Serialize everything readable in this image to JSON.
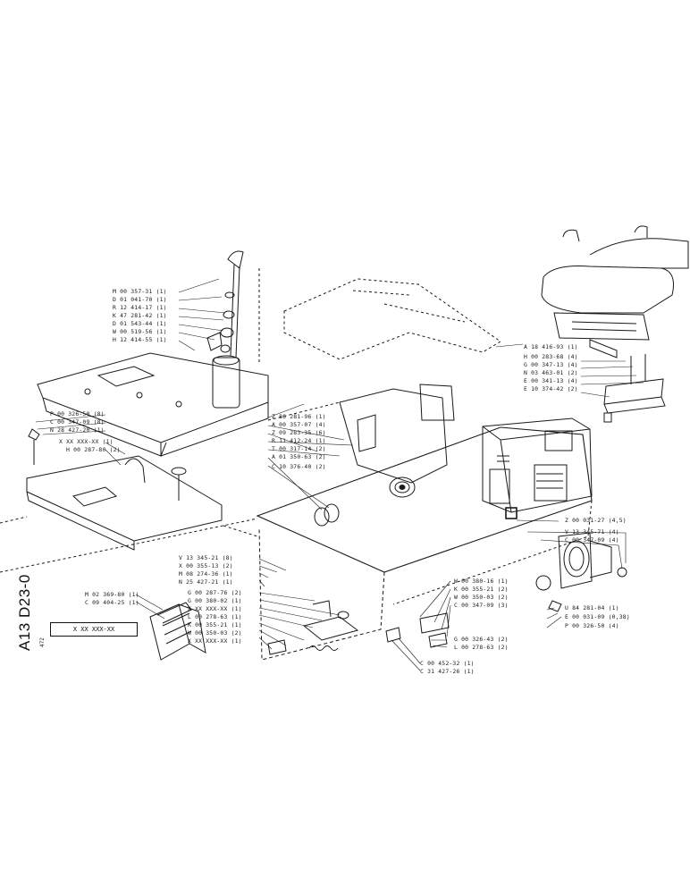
{
  "sheet": {
    "code": "A13 D23-0",
    "page_number": "472",
    "reference_box": "X XX XXX-XX"
  },
  "callouts": {
    "steering": [
      "M 00 357-31 (1)",
      "D 01 041-70 (1)",
      "R 12 414-17 (1)",
      "K 47 281-42 (1)",
      "D 01 543-44 (1)",
      "W 00 519-56 (1)",
      "H 12 414-55 (1)"
    ],
    "left_plate": [
      "P 00 326-50 (8)",
      "C 00 347-09 (8)",
      "N 28 427-20 (1)",
      "X XX XXX-XX (1)",
      "H 00 287-80 (2)"
    ],
    "center": [
      "Z 86 281-96 (1)",
      "A 00 357-07 (4)",
      "Z 09 283-35 (6)",
      "R 11 412-24 (1)",
      "T 00 317-14 (2)",
      "A 01 350-63 (2)",
      "C 10 376-40 (2)"
    ],
    "seat": [
      "A 18 416-93 (1)",
      "H 00 283-68 (4)",
      "G 00 347-13 (4)",
      "N 03 463-01 (2)",
      "E 00 341-13 (4)",
      "E 10 374-42 (2)"
    ],
    "right_hub": [
      "Z 00 031-27 (4,5)",
      "V 13 345-71 (4)",
      "C 00 347-09 (4)"
    ],
    "right_bottom": [
      "U 84 281-04 (1)",
      "E 00 031-09 (0,38)",
      "P 00 326-50 (4)"
    ],
    "lower_center": [
      "V 13 345-21 (8)",
      "X 00 355-13 (2)",
      "M 08 274-36 (1)",
      "N 25 427-21 (1)"
    ],
    "lower_left": [
      "M 02 369-80 (1)",
      "C 09 404-25 (1)"
    ],
    "lower_mid": [
      "G 00 287-76 (2)",
      "G 00 380-02 (1)",
      "X XX XXX-XX (1)",
      "L 00 278-63 (1)",
      "K 00 355-21 (1)",
      "W 00 350-03 (2)",
      "X XX XXX-XX (1)"
    ],
    "lower_right": [
      "W 00 380-16 (1)",
      "K 00 355-21 (2)",
      "W 00 350-03 (2)",
      "C 00 347-09 (3)"
    ],
    "bottom_center": [
      "G 00 326-43 (2)",
      "L 00 278-63 (2)",
      "C 00 452-32 (1)",
      "C 31 427-26 (1)"
    ]
  },
  "colors": {
    "ink": "#1a1a1a",
    "paper": "#ffffff"
  }
}
